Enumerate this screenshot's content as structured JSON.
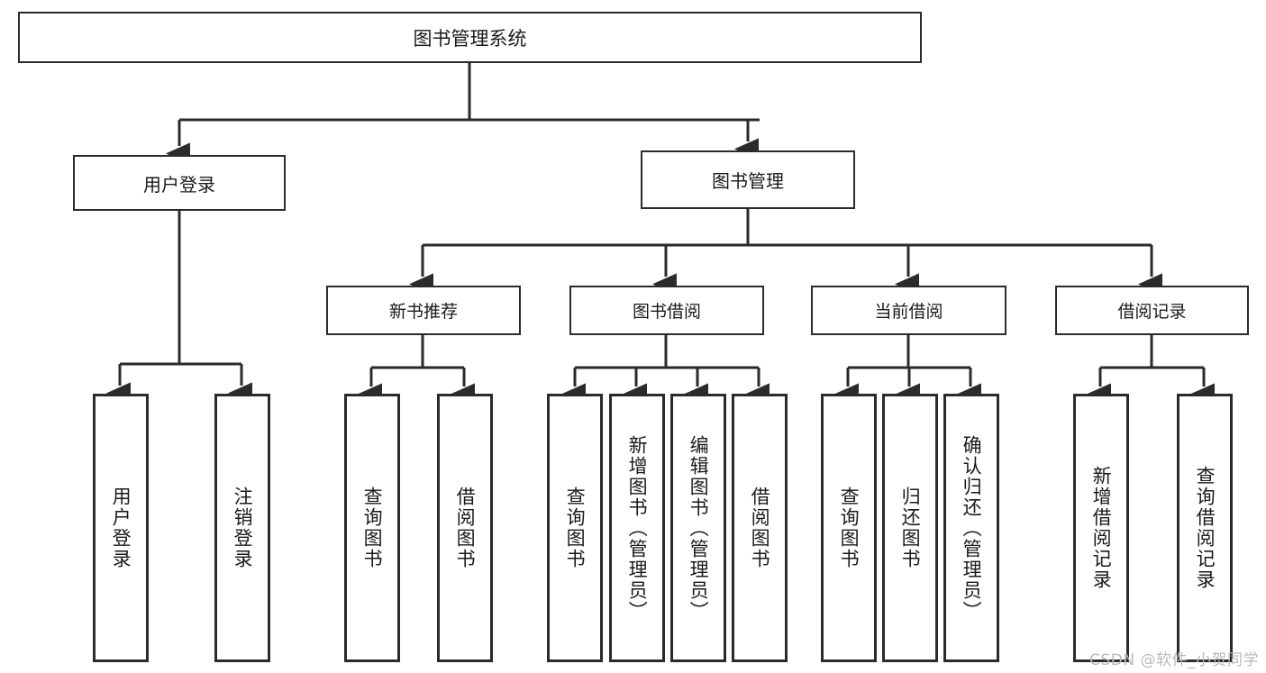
{
  "diagram": {
    "title": "图书管理系统",
    "type": "tree-hierarchy",
    "root": {
      "label": "图书管理系统"
    },
    "level1": [
      {
        "label": "用户登录"
      },
      {
        "label": "图书管理"
      }
    ],
    "level2": [
      {
        "label": "新书推荐"
      },
      {
        "label": "图书借阅"
      },
      {
        "label": "当前借阅"
      },
      {
        "label": "借阅记录"
      }
    ],
    "leaves": {
      "user_login": [
        {
          "label": "用户登录"
        },
        {
          "label": "注销登录"
        }
      ],
      "new_book_recommend": [
        {
          "label": "查询图书"
        },
        {
          "label": "借阅图书"
        }
      ],
      "book_borrow": [
        {
          "label": "查询图书"
        },
        {
          "label": "新增图书（管理员）"
        },
        {
          "label": "编辑图书（管理员）"
        },
        {
          "label": "借阅图书"
        }
      ],
      "current_borrow": [
        {
          "label": "查询图书"
        },
        {
          "label": "归还图书"
        },
        {
          "label": "确认归还（管理员）"
        }
      ],
      "borrow_records": [
        {
          "label": "新增借阅记录"
        },
        {
          "label": "查询借阅记录"
        }
      ]
    }
  },
  "watermark": {
    "text": "CSDN @软件_小贺同学"
  },
  "colors": {
    "stroke": "#2b2b2b",
    "fill": "#ffffff",
    "text": "#1a1a1a",
    "watermark": "#b9b9b9"
  }
}
